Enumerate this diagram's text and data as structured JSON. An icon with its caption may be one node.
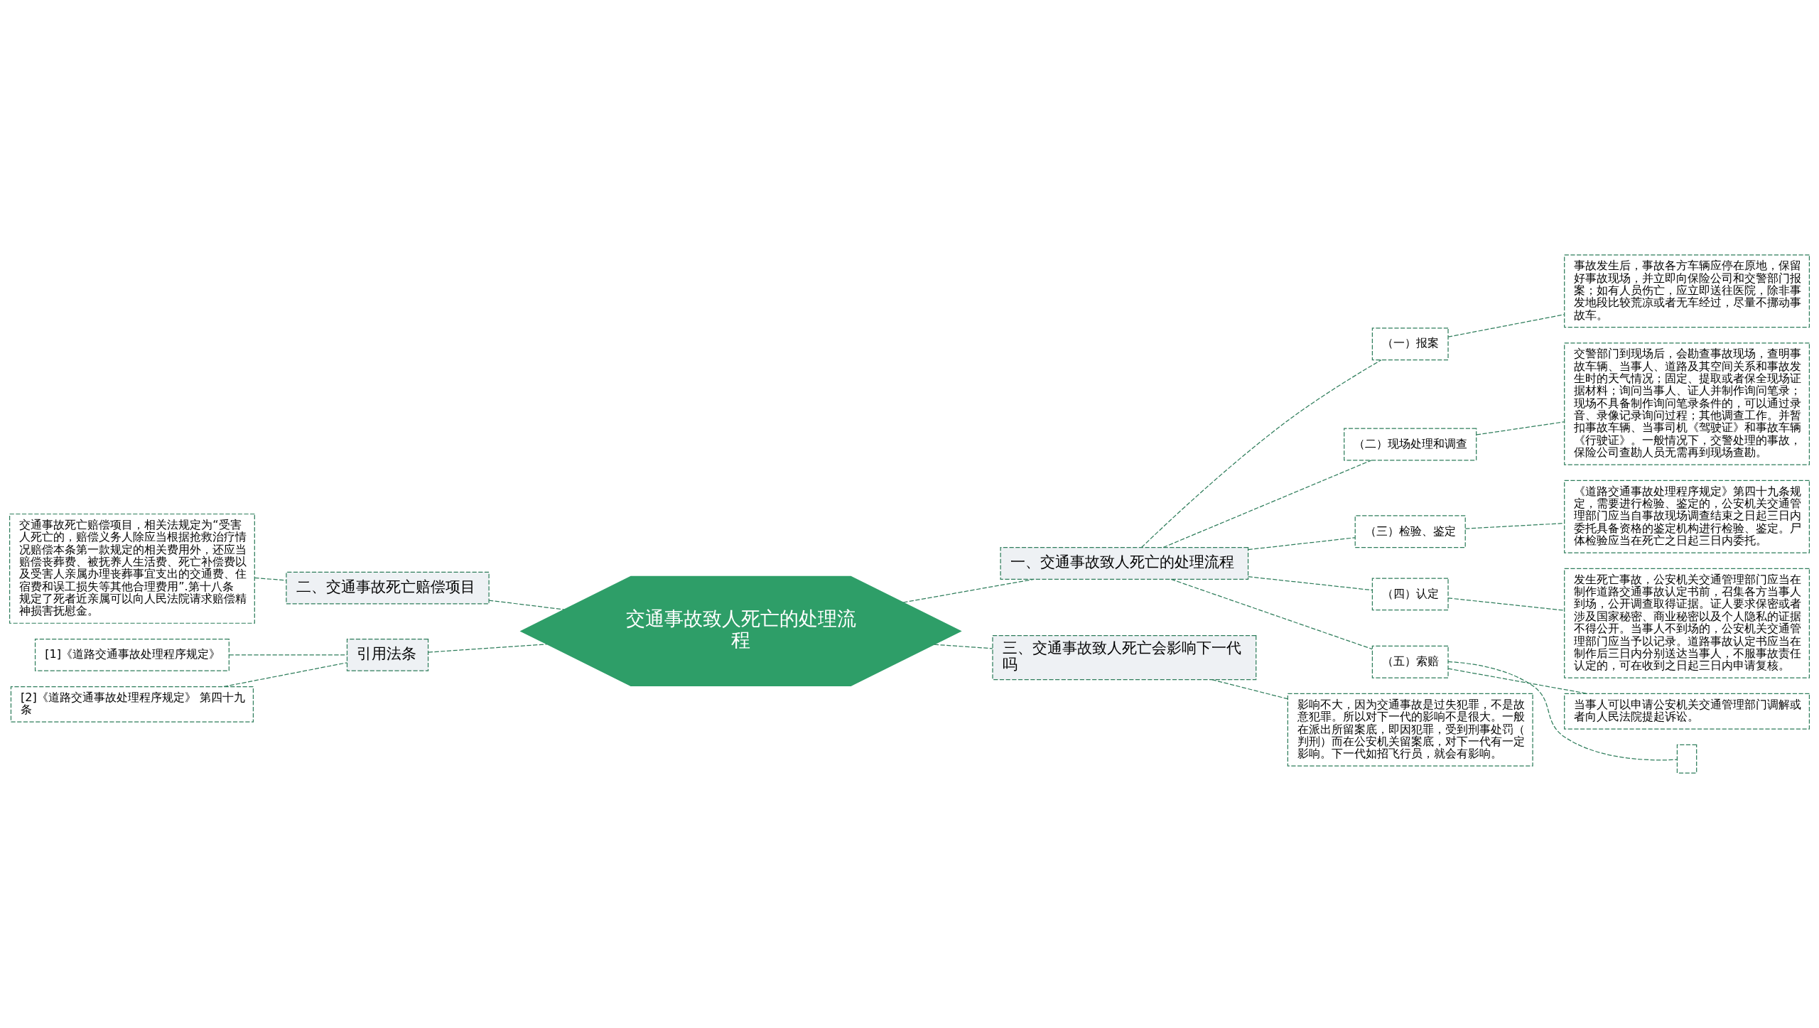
{
  "diagram": {
    "nodes": [
      {
        "text": [
          "交通事故致人死亡的处理流程"
        ]
      },
      {
        "text": [
          "一、交通事故致人死亡的处理流程"
        ]
      },
      {
        "text": [
          "（一）报案"
        ]
      },
      {
        "text": [
          "事故发生后，事故各方车辆应停在原地，保留好事故现场，并立即向保险公司和交警部门报案；如有人员伤亡，应立即送往医院，除非事发地段比较荒凉或者无车经过，尽量不挪动事故车。"
        ]
      },
      {
        "text": [
          "（二）现场处理和调查"
        ]
      },
      {
        "text": [
          "交警部门到现场后，会勘查事故现场，查明事故车辆、当事人、道路及其空间关系和事故发生时的天气情况；固定、提取或者保全现场证据材料；询问当事人、证人并制作询问笔录；现场不具备制作询问笔录条件的，可以通过录音、录像记录询问过程；其他调查工作。并暂扣事故车辆、当事司机《驾驶证》和事故车辆《行驶证》。一般情况下，交警处理的事故，保险公司查勘人员无需再到现场查勘。"
        ]
      },
      {
        "text": [
          "（三）检验、鉴定"
        ]
      },
      {
        "text": [
          "《道路交通事故处理程序规定》第四十九条规定，需要进行检验、鉴定的，公安机关交通管理部门应当自事故现场调查结束之日起三日内委托具备资格的鉴定机构进行检验、鉴定。尸体检验应当在死亡之日起三日内委托。"
        ]
      },
      {
        "text": [
          "（四）认定"
        ]
      },
      {
        "text": [
          "发生死亡事故，公安机关交通管理部门应当在制作道路交通事故认定书前，召集各方当事人到场，公开调查取得证据。证人要求保密或者涉及国家秘密、商业秘密以及个人隐私的证据不得公开。当事人不到场的，公安机关交通管理部门应当予以记录。道路事故认定书应当在制作后三日内分别送达当事人，不服事故责任认定的，可在收到之日起三日内申请复核。"
        ]
      },
      {
        "text": [
          "（五）索赔"
        ]
      },
      {
        "text": [
          "当事人可以申请公安机关交通管理部门调解或者向人民法院提起诉讼。"
        ]
      },
      {
        "text": [],
        "shape": "box"
      },
      {
        "text": [
          "三、交通事故致人死亡会影响下一代吗"
        ]
      },
      {
        "text": [
          "影响不大，因为交通事故是过失犯罪，不是故意犯罪。所以对下一代的影响不是很大。一般在派出所留案底，即因犯罪，受到刑事处罚（判刑）而在公安机关留案底，对下一代有一定影响。下一代如招飞行员，就会有影响。"
        ]
      },
      {
        "text": [
          "二、交通事故死亡赔偿项目"
        ]
      },
      {
        "text": [
          "交通事故死亡赔偿项目，相关法规定为“受害人死亡的，赔偿义务人除应当根据抢救治疗情况赔偿本条第一款规定的相关费用外，还应当赔偿丧葬费、被抚养人生活费、死亡补偿费以及受害人亲属办理丧葬事宜支出的交通费、住宿费和误工损失等其他合理费用”.第十八条规定了死者近亲属可以向人民法院请求赔偿精神损害抚慰金。"
        ]
      },
      {
        "text": [
          "引用法条"
        ]
      },
      {
        "text": [
          "[1]《道路交通事故处理程序规定》"
        ]
      },
      {
        "text": [
          "[2]《道路交通事故处理程序规定》 第四十九条"
        ]
      }
    ],
    "edges": [
      {
        "from": 0,
        "to": 1,
        "arrow": "none",
        "style": "dashed"
      },
      {
        "from": 1,
        "to": 2,
        "arrow": "none",
        "style": "dashed"
      },
      {
        "from": 2,
        "to": 3,
        "arrow": "none",
        "style": "dashed"
      },
      {
        "from": 1,
        "to": 4,
        "arrow": "none",
        "style": "dashed"
      },
      {
        "from": 4,
        "to": 5,
        "arrow": "none",
        "style": "dashed"
      },
      {
        "from": 1,
        "to": 6,
        "arrow": "none",
        "style": "dashed"
      },
      {
        "from": 6,
        "to": 7,
        "arrow": "none",
        "style": "dashed"
      },
      {
        "from": 1,
        "to": 8,
        "arrow": "none",
        "style": "dashed"
      },
      {
        "from": 8,
        "to": 9,
        "arrow": "none",
        "style": "dashed"
      },
      {
        "from": 1,
        "to": 10,
        "arrow": "none",
        "style": "dashed"
      },
      {
        "from": 10,
        "to": 11,
        "arrow": "none",
        "style": "dashed"
      },
      {
        "from": 10,
        "to": 12,
        "arrow": "none",
        "style": "dashed"
      },
      {
        "from": 0,
        "to": 13,
        "arrow": "none",
        "style": "dashed"
      },
      {
        "from": 13,
        "to": 14,
        "arrow": "none",
        "style": "dashed"
      },
      {
        "from": 0,
        "to": 15,
        "arrow": "none",
        "style": "dashed"
      },
      {
        "from": 15,
        "to": 16,
        "arrow": "none",
        "style": "dashed"
      },
      {
        "from": 0,
        "to": 17,
        "arrow": "none",
        "style": "dashed"
      },
      {
        "from": 17,
        "to": 18,
        "arrow": "none",
        "style": "dashed"
      },
      {
        "from": 17,
        "to": 19,
        "arrow": "none",
        "style": "dashed"
      }
    ]
  }
}
